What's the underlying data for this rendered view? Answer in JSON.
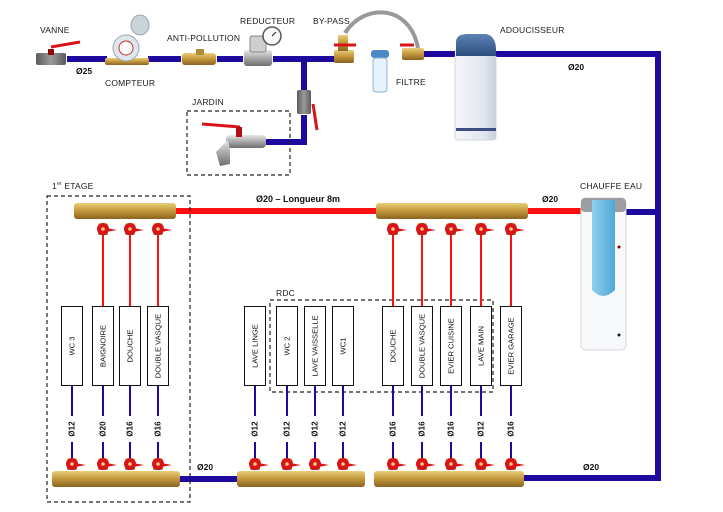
{
  "title": "Schéma de distribution d'eau",
  "colors": {
    "cold_pipe": "#1f0aa0",
    "hot_pipe": "#ff1010",
    "brass": "#c9a247",
    "valve_red": "#d8141a",
    "dashed_border": "#222222"
  },
  "supply": {
    "vanne": "VANNE",
    "compteur": "COMPTEUR",
    "anti_pollution": "ANTI-POLLUTION",
    "reducteur": "REDUCTEUR",
    "by_pass": "BY-PASS",
    "filtre": "FILTRE",
    "adoucisseur": "ADOUCISSEUR",
    "jardin": "JARDIN",
    "chauffe_eau": "CHAUFFE EAU",
    "d_main": "Ø25",
    "d_softener_out": "Ø20"
  },
  "hot_line": {
    "label": "Ø20 – Longueur 8m",
    "d_heater": "Ø20"
  },
  "cold_line": {
    "d_link": "Ø20",
    "d_return": "Ø20"
  },
  "zones": {
    "etage": {
      "label_main": "1",
      "label_sup": "er",
      "label_rest": " ETAGE"
    },
    "rdc": {
      "label": "RDC"
    }
  },
  "fixtures": [
    {
      "name": "WC 3",
      "diameter": "Ø12",
      "hot": false
    },
    {
      "name": "BAIGNOIRE",
      "diameter": "Ø20",
      "hot": true
    },
    {
      "name": "DOUCHE",
      "diameter": "Ø16",
      "hot": true
    },
    {
      "name": "DOUBLE VASQUE",
      "diameter": "Ø16",
      "hot": true
    },
    {
      "name": "LAVE LINGE",
      "diameter": "Ø12",
      "hot": false
    },
    {
      "name": "WC 2",
      "diameter": "Ø12",
      "hot": false
    },
    {
      "name": "LAVE VAISSELLE",
      "diameter": "Ø12",
      "hot": false
    },
    {
      "name": "WC1",
      "diameter": "Ø12",
      "hot": false
    },
    {
      "name": "DOUCHE",
      "diameter": "Ø16",
      "hot": true
    },
    {
      "name": "DOUBLE VASQUE",
      "diameter": "Ø16",
      "hot": true
    },
    {
      "name": "EVIER CUISINE",
      "diameter": "Ø16",
      "hot": true
    },
    {
      "name": "LAVE MAIN",
      "diameter": "Ø12",
      "hot": true
    },
    {
      "name": "EVIER GARAGE",
      "diameter": "Ø16",
      "hot": true
    }
  ]
}
